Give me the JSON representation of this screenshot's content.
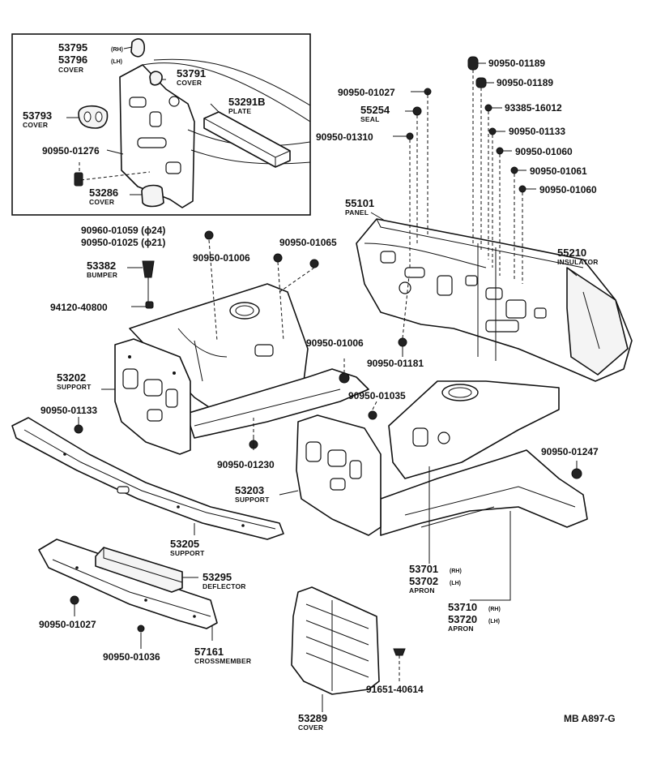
{
  "labels": {
    "p53795": "53795",
    "p53795_tag": "(RH)",
    "p53796": "53796",
    "p53796_tag": "(LH)",
    "p53796_sub": "COVER",
    "p53791": "53791",
    "p53791_sub": "COVER",
    "p53291b": "53291B",
    "p53291b_sub": "PLATE",
    "p53793": "53793",
    "p53793_sub": "COVER",
    "p01276": "90950-01276",
    "p53286": "53286",
    "p53286_sub": "COVER",
    "p01027a": "90950-01027",
    "p55254": "55254",
    "p55254_sub": "SEAL",
    "p01310": "90950-01310",
    "p01189a": "90950-01189",
    "p01189b": "90950-01189",
    "p16012": "93385-16012",
    "p01133a": "90950-01133",
    "p01060a": "90950-01060",
    "p01061": "90950-01061",
    "p01060b": "90950-01060",
    "p55101": "55101",
    "p55101_sub": "PANEL",
    "p55210": "55210",
    "p55210_sub": "INSULATOR",
    "p01059": "90960-01059 (ϕ24)",
    "p01025": "90950-01025 (ϕ21)",
    "p01065": "90950-01065",
    "p53382": "53382",
    "p53382_sub": "BUMPER",
    "p01006a": "90950-01006",
    "p40800": "94120-40800",
    "p01006b": "90950-01006",
    "p01181": "90950-01181",
    "p53202": "53202",
    "p53202_sub": "SUPPORT",
    "p01035": "90950-01035",
    "p01133b": "90950-01133",
    "p01230": "90950-01230",
    "p01247": "90950-01247",
    "p53203": "53203",
    "p53203_sub": "SUPPORT",
    "p53205": "53205",
    "p53205_sub": "SUPPORT",
    "p53295": "53295",
    "p53295_sub": "DEFLECTOR",
    "p53701": "53701",
    "p53701_tag": "(RH)",
    "p53702": "53702",
    "p53702_tag": "(LH)",
    "p53702_sub": "APRON",
    "p53710": "53710",
    "p53710_tag": "(RH)",
    "p53720": "53720",
    "p53720_tag": "(LH)",
    "p53720_sub": "APRON",
    "p01027b": "90950-01027",
    "p01036": "90950-01036",
    "p57161": "57161",
    "p57161_sub": "CROSSMEMBER",
    "p40614": "91651-40614",
    "p53289": "53289",
    "p53289_sub": "COVER",
    "diagram_ref": "MB A897-G"
  }
}
